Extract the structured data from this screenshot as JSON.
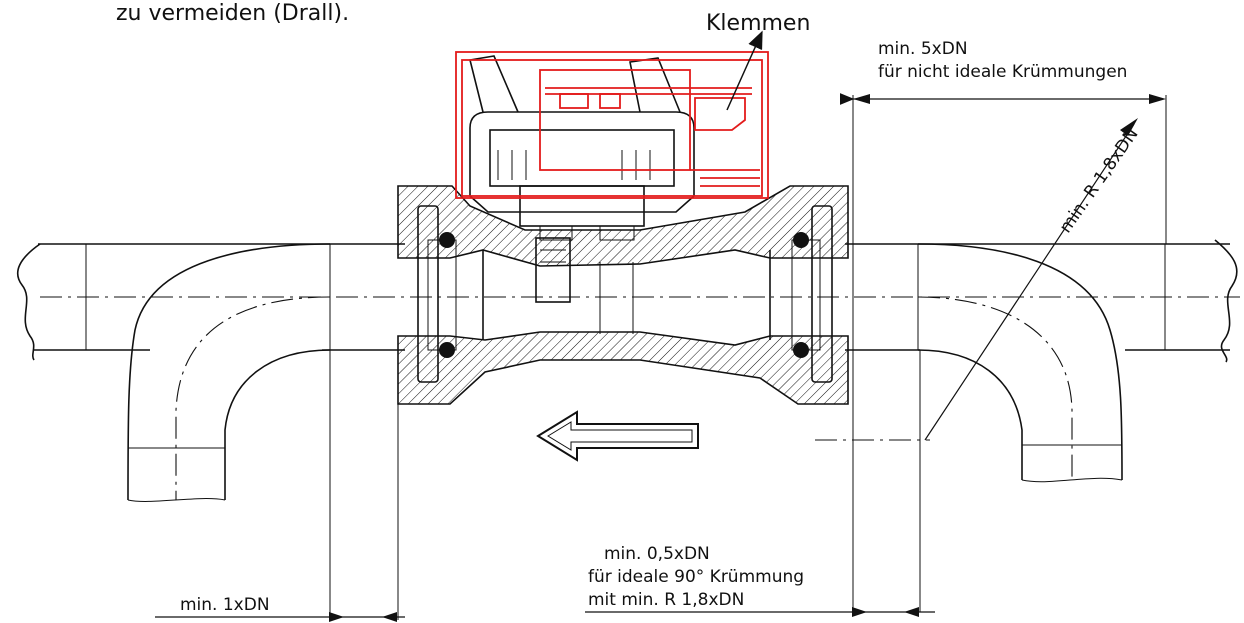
{
  "texts": {
    "top_note": "zu vermeiden (Drall).",
    "klemmen": "Klemmen",
    "dim_5xdn_l1": "min. 5xDN",
    "dim_5xdn_l2": "für nicht ideale Krümmungen",
    "radius": "min. R 1,8xDN",
    "dim_05xdn_l1": "min. 0,5xDN",
    "dim_05xdn_l2": "für ideale 90° Krümmung",
    "dim_05xdn_l3": "mit min. R 1,8xDN",
    "dim_1xdn": "min. 1xDN"
  },
  "colors": {
    "ink": "#111111",
    "highlight": "#e31b1b"
  }
}
